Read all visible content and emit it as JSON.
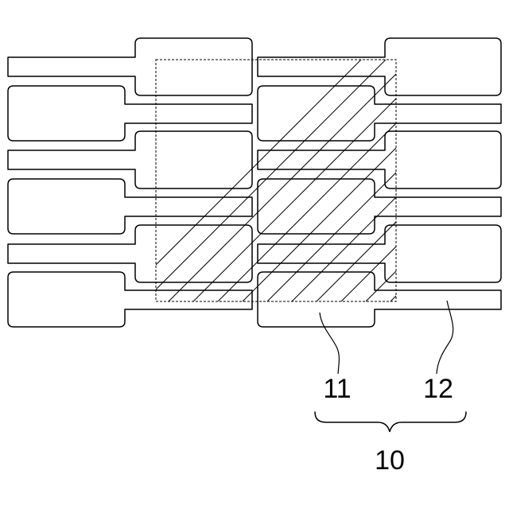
{
  "figure": {
    "labels": {
      "part_a": "11",
      "part_b": "12",
      "assembly": "10"
    }
  }
}
